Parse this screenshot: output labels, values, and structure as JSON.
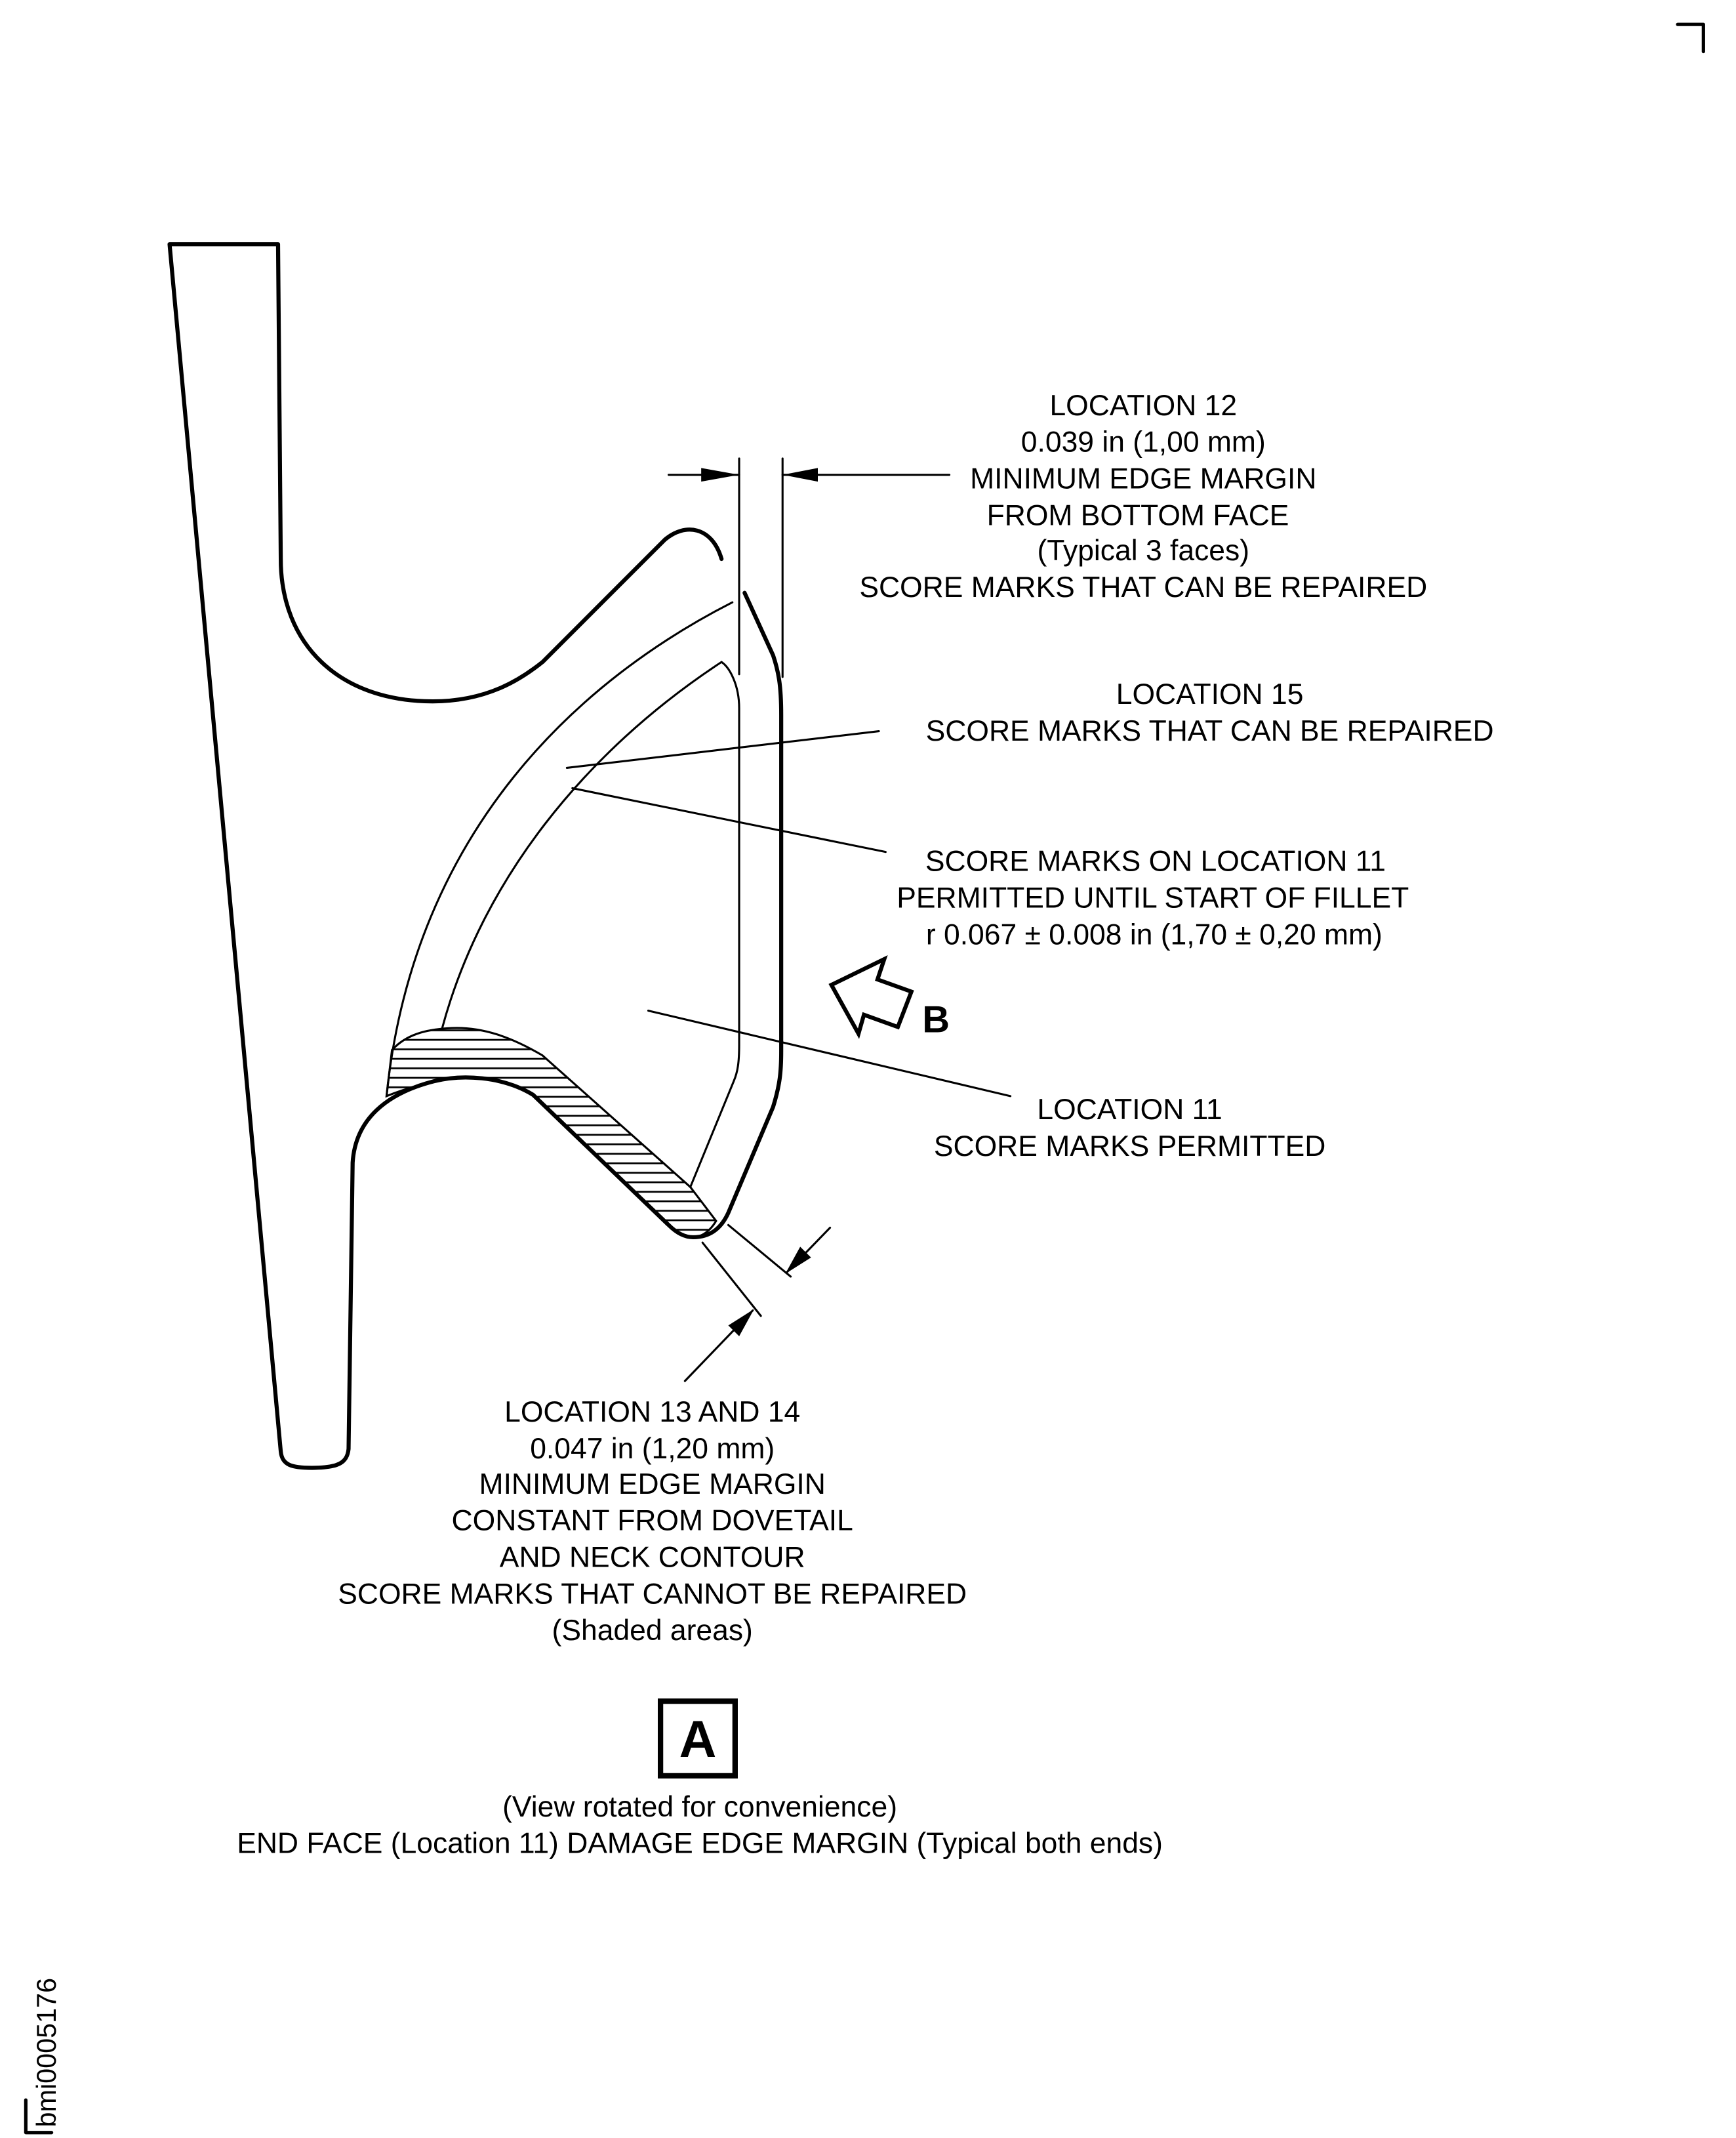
{
  "figure_id": "bmi0005176",
  "callouts": {
    "location12": {
      "lines": [
        "LOCATION 12",
        "0.039 in (1,00 mm)",
        "MINIMUM EDGE MARGIN",
        "FROM BOTTOM FACE",
        "(Typical 3 faces)",
        "SCORE MARKS THAT CAN BE REPAIRED"
      ]
    },
    "location15": {
      "lines": [
        "LOCATION 15",
        "SCORE MARKS THAT CAN BE REPAIRED"
      ]
    },
    "location11_fillet": {
      "lines": [
        "SCORE MARKS ON LOCATION 11",
        "PERMITTED UNTIL START OF FILLET",
        "r 0.067 ± 0.008 in (1,70 ± 0,20 mm)"
      ]
    },
    "location11": {
      "lines": [
        "LOCATION 11",
        "SCORE MARKS PERMITTED"
      ]
    },
    "location13_14": {
      "lines": [
        "LOCATION 13 AND 14",
        "0.047 in (1,20 mm)",
        "MINIMUM EDGE MARGIN",
        "CONSTANT FROM DOVETAIL",
        "AND NECK CONTOUR",
        "SCORE MARKS THAT CANNOT BE REPAIRED",
        "(Shaded areas)"
      ]
    }
  },
  "view_arrow_label": "B",
  "view_label": "A",
  "caption": {
    "line1": "(View rotated for convenience)",
    "line2": "END FACE (Location 11) DAMAGE EDGE MARGIN (Typical both ends)"
  }
}
